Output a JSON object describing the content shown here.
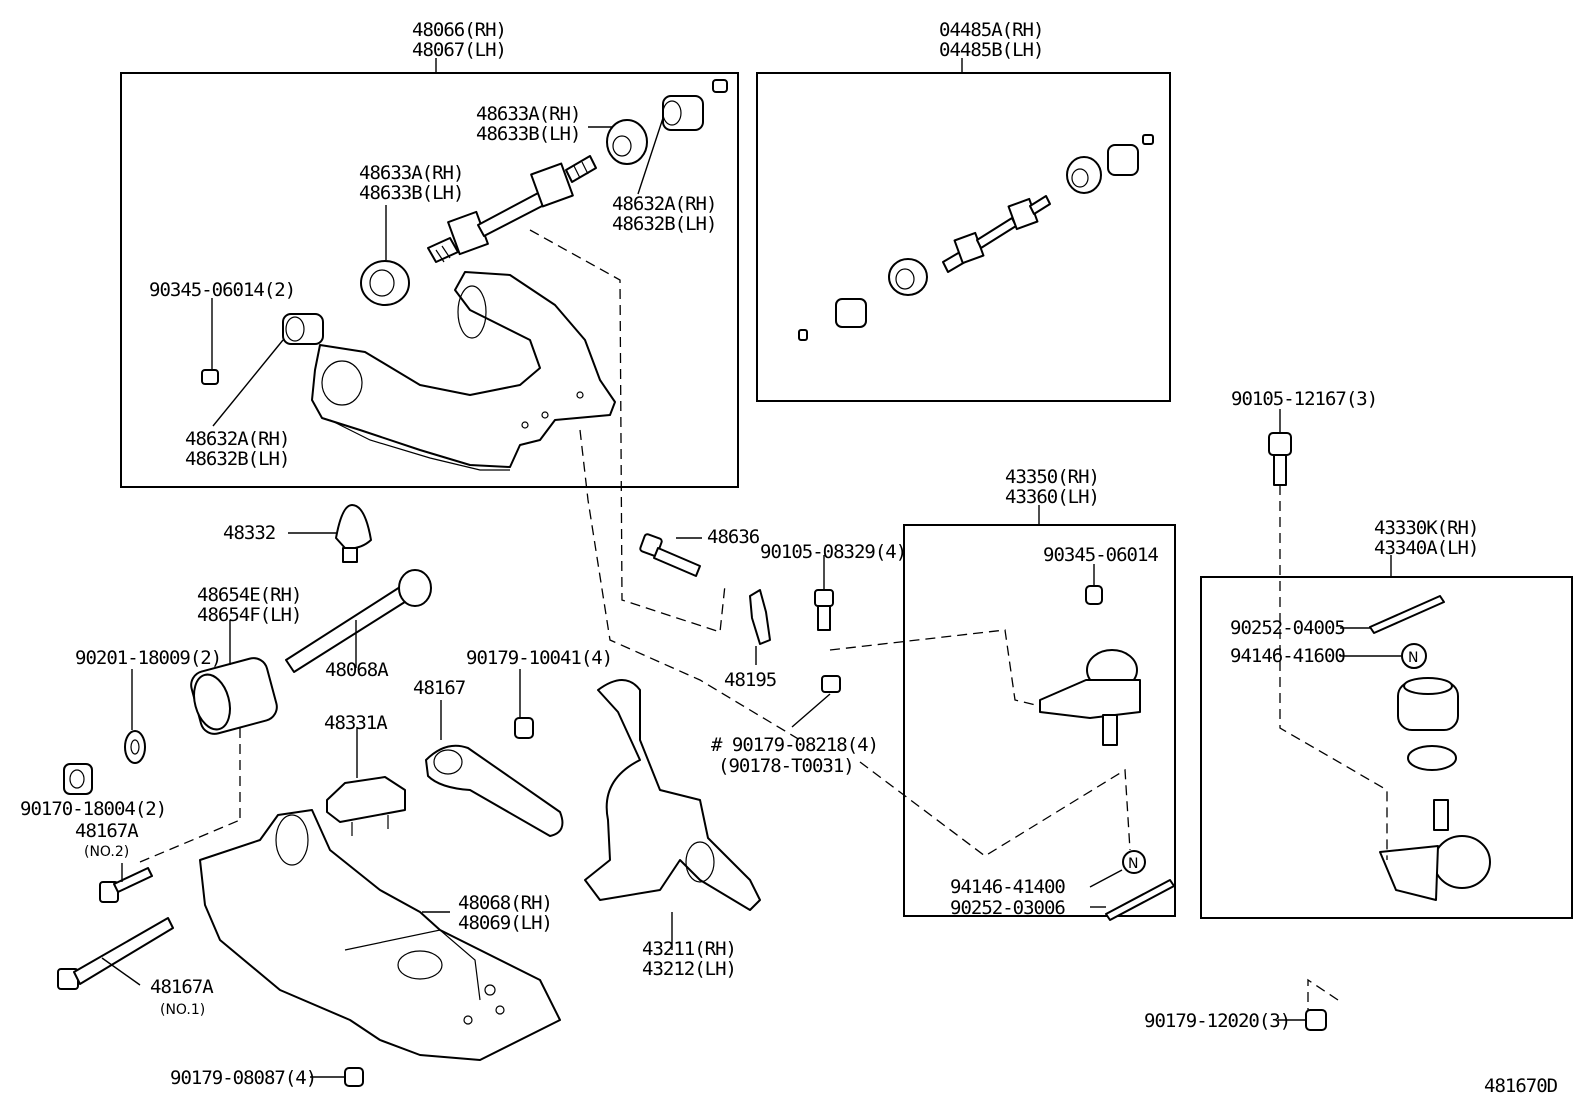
{
  "diagram_id": "481670D",
  "callouts": {
    "upper_arm_rh": "48066(RH)",
    "upper_arm_lh": "48067(LH)",
    "bushing_kit_rh": "04485A(RH)",
    "bushing_kit_lh": "04485B(LH)",
    "bushing_top_a": "48633A(RH)",
    "bushing_top_b": "48633B(LH)",
    "bushing_mid_a": "48633A(RH)",
    "bushing_mid_b": "48633B(LH)",
    "bushing_right_a": "48632A(RH)",
    "bushing_right_b": "48632B(LH)",
    "bushing_left_a": "48632A(RH)",
    "bushing_left_b": "48632B(LH)",
    "bolt_90345": "90345-06014(2)",
    "bumper_48332": "48332",
    "bolt_48636": "48636",
    "bolt_90105_08329": "90105-08329(4)",
    "bushing_48654_rh": "48654E(RH)",
    "bushing_48654_lh": "48654F(LH)",
    "washer_90201": "90201-18009(2)",
    "bolt_48068a": "48068A",
    "nut_90179_10041": "90179-10041(4)",
    "plate_48195": "48195",
    "arm_48167": "48167",
    "bumper_48331a": "48331A",
    "nut_90179_08218": "# 90179-08218(4)",
    "nut_90178": "(90178-T0031)",
    "nut_90170": "90170-18004(2)",
    "bolt_48167a_no2": "48167A",
    "no2": "(NO.2)",
    "lower_arm_rh": "48068(RH)",
    "lower_arm_lh": "48069(LH)",
    "knuckle_rh": "43211(RH)",
    "knuckle_lh": "43212(LH)",
    "bolt_48167a_no1": "48167A",
    "no1": "(NO.1)",
    "nut_90179_08087": "90179-08087(4)",
    "upper_ball_rh": "43350(RH)",
    "upper_ball_lh": "43360(LH)",
    "plug_90345": "90345-06014",
    "nut_94146_41400": "94146-41400",
    "pin_90252_03006": "90252-03006",
    "bolt_90105_12167": "90105-12167(3)",
    "lower_ball_rh": "43330K(RH)",
    "lower_ball_lh": "43340A(LH)",
    "pin_90252_04005": "90252-04005",
    "nut_94146_41600": "94146-41600",
    "nut_90179_12020": "90179-12020(3)",
    "n_mark": "N"
  }
}
